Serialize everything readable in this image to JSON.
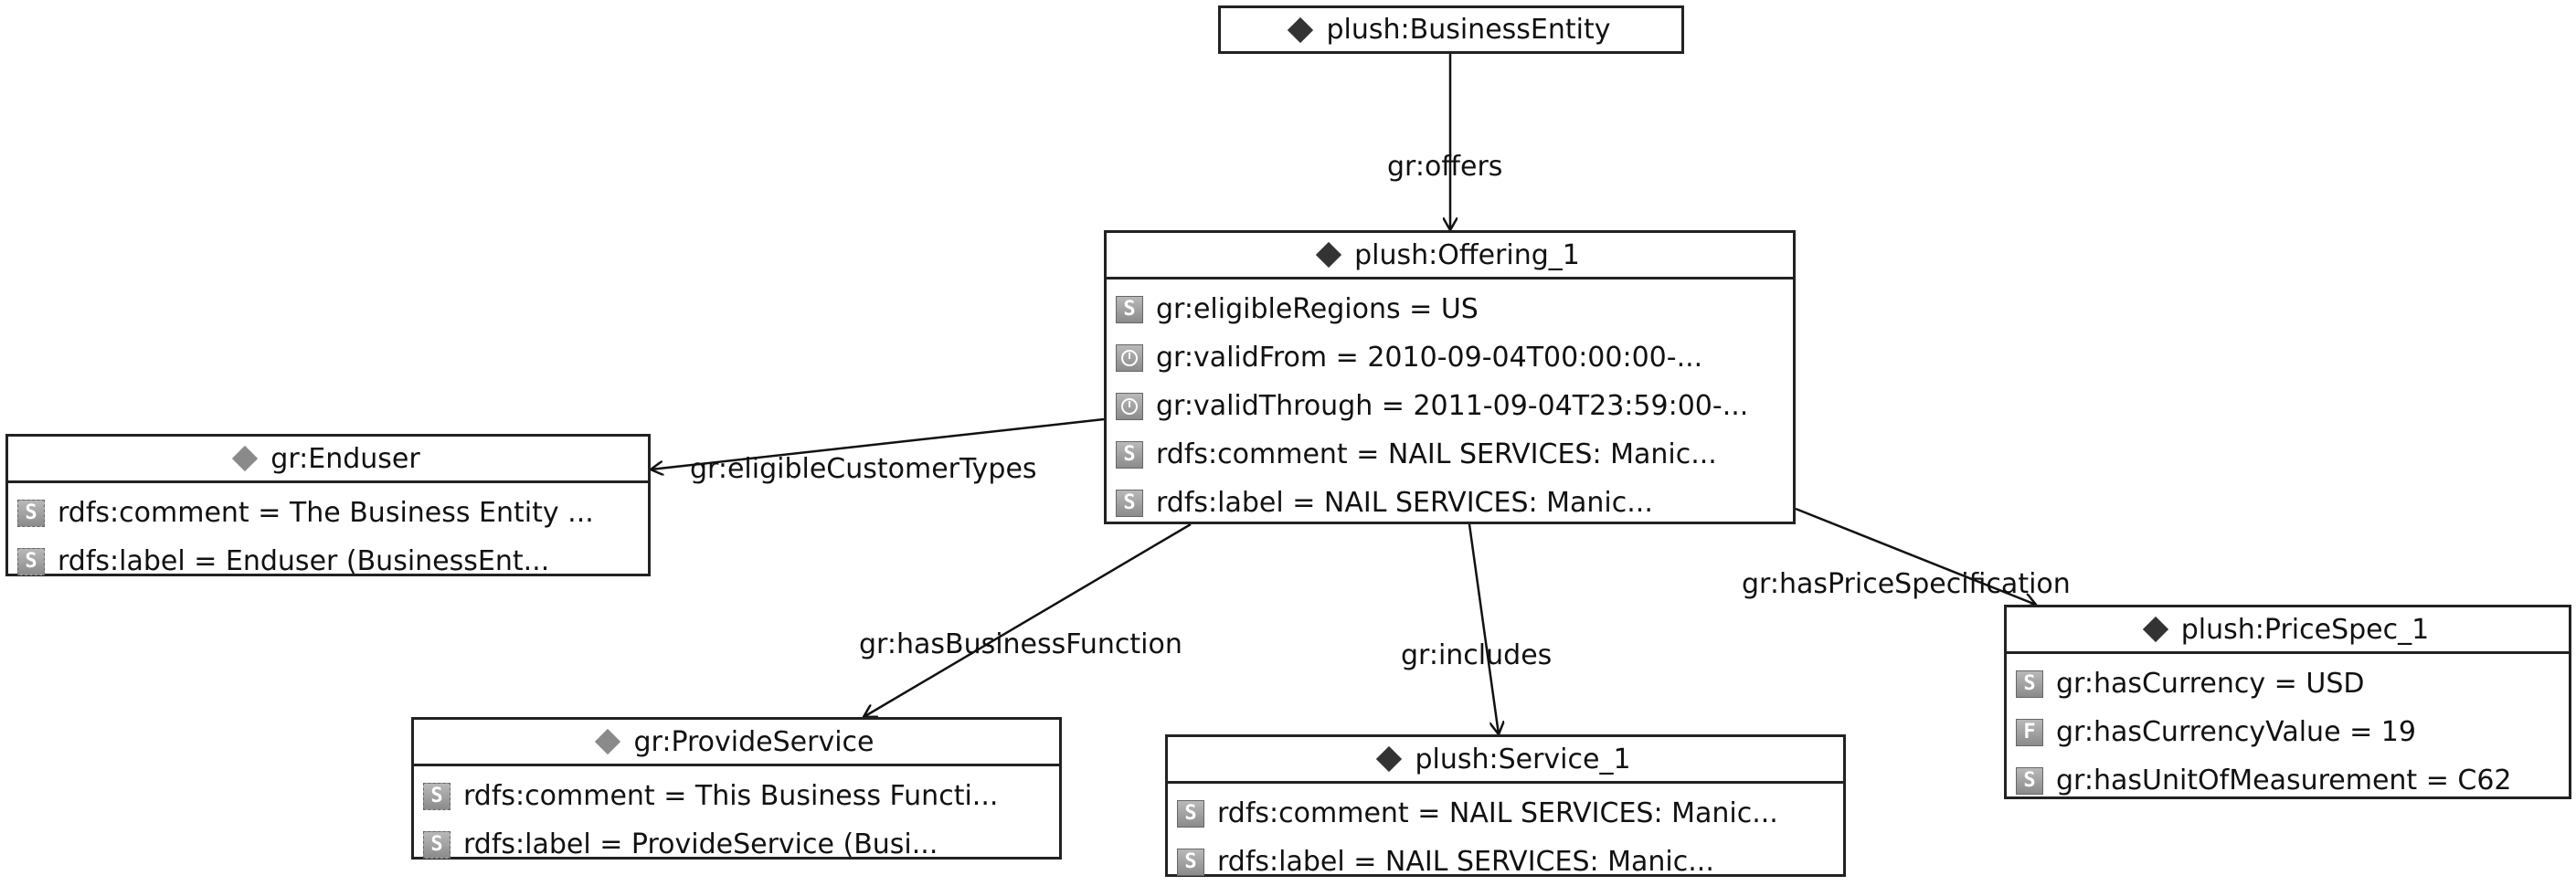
{
  "nodes": {
    "business_entity": {
      "title": "plush:BusinessEntity"
    },
    "offering": {
      "title": "plush:Offering_1",
      "attrs": [
        {
          "icon": "string-icon",
          "text": "gr:eligibleRegions = US"
        },
        {
          "icon": "datetime-icon",
          "text": "gr:validFrom = 2010-09-04T00:00:00-..."
        },
        {
          "icon": "datetime-icon",
          "text": "gr:validThrough = 2011-09-04T23:59:00-..."
        },
        {
          "icon": "string-icon",
          "text": "rdfs:comment = NAIL SERVICES: Manic..."
        },
        {
          "icon": "string-icon",
          "text": "rdfs:label = NAIL SERVICES: Manic..."
        }
      ]
    },
    "enduser": {
      "title": "gr:Enduser",
      "attrs": [
        {
          "icon": "annotation-string-icon",
          "text": "rdfs:comment = The Business Entity ..."
        },
        {
          "icon": "annotation-string-icon",
          "text": "rdfs:label = Enduser (BusinessEnt..."
        }
      ]
    },
    "provide_service": {
      "title": "gr:ProvideService",
      "attrs": [
        {
          "icon": "annotation-string-icon",
          "text": "rdfs:comment = This Business Functi..."
        },
        {
          "icon": "annotation-string-icon",
          "text": "rdfs:label = ProvideService (Busi..."
        }
      ]
    },
    "service": {
      "title": "plush:Service_1",
      "attrs": [
        {
          "icon": "string-icon",
          "text": "rdfs:comment = NAIL SERVICES: Manic..."
        },
        {
          "icon": "string-icon",
          "text": "rdfs:label = NAIL SERVICES: Manic..."
        }
      ]
    },
    "price_spec": {
      "title": "plush:PriceSpec_1",
      "attrs": [
        {
          "icon": "string-icon",
          "text": "gr:hasCurrency = USD"
        },
        {
          "icon": "float-icon",
          "text": "gr:hasCurrencyValue = 19"
        },
        {
          "icon": "string-icon",
          "text": "gr:hasUnitOfMeasurement = C62"
        }
      ]
    }
  },
  "edges": {
    "offers": "gr:offers",
    "eligible_customer_types": "gr:eligibleCustomerTypes",
    "has_business_function": "gr:hasBusinessFunction",
    "includes": "gr:includes",
    "has_price_specification": "gr:hasPriceSpecification"
  },
  "icon_letters": {
    "string": "S",
    "float": "F"
  },
  "colors": {
    "instance_marker": "#333333",
    "class_marker": "#8a8a8a",
    "icon_fill": "#9d9d9d"
  }
}
